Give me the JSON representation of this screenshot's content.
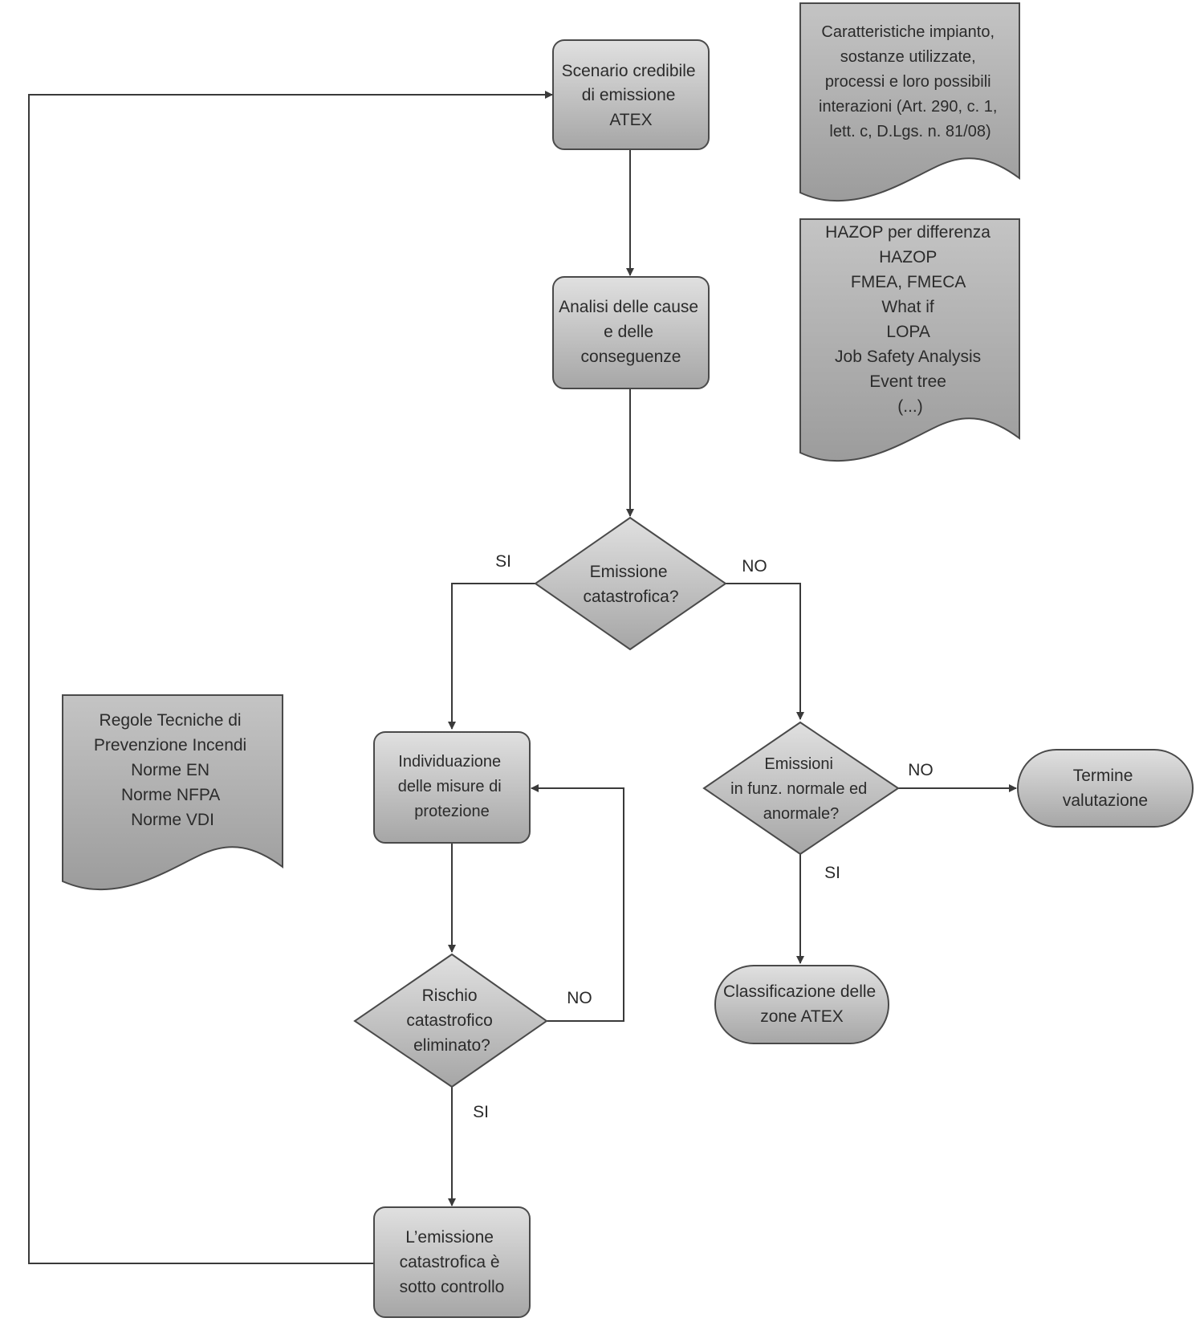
{
  "nodes": {
    "scenario": [
      "Scenario credibile",
      "di emissione",
      "ATEX"
    ],
    "analysis": [
      "Analisi delle cause",
      "e delle",
      "conseguenze"
    ],
    "catastrophic_decision": [
      "Emissione",
      "catastrofica?"
    ],
    "protection_measures": [
      "Individuazione",
      "delle misure di",
      "protezione"
    ],
    "risk_decision": [
      "Rischio",
      "catastrofico",
      "eliminato?"
    ],
    "under_control": [
      "L’emissione",
      "catastrofica è",
      "sotto controllo"
    ],
    "normal_emissions_decision": [
      "Emissioni",
      "in funz. normale ed",
      "anormale?"
    ],
    "end_evaluation": [
      "Termine",
      "valutazione"
    ],
    "classification": [
      "Classificazione delle",
      "zone ATEX"
    ]
  },
  "documents": {
    "plant_characteristics": [
      "Caratteristiche impianto,",
      "sostanze utilizzate,",
      "processi e loro possibili",
      "interazioni (Art. 290, c. 1,",
      "lett. c, D.Lgs. n. 81/08)"
    ],
    "methods": [
      "HAZOP per differenza",
      "HAZOP",
      "FMEA, FMECA",
      "What if",
      "LOPA",
      "Job Safety Analysis",
      "Event tree",
      "(...)"
    ],
    "rules": [
      "Regole Tecniche di",
      "Prevenzione Incendi",
      "Norme EN",
      "Norme NFPA",
      "Norme VDI"
    ]
  },
  "edge_labels": {
    "catastrophic_yes": "SI",
    "catastrophic_no": "NO",
    "normal_no": "NO",
    "normal_yes": "SI",
    "risk_no": "NO",
    "risk_yes": "SI"
  },
  "colors": {
    "fill_light": "#dcdcdc",
    "fill_dark": "#a9a9a9",
    "stroke": "#4a4a4a",
    "text": "#2b2b2b"
  }
}
